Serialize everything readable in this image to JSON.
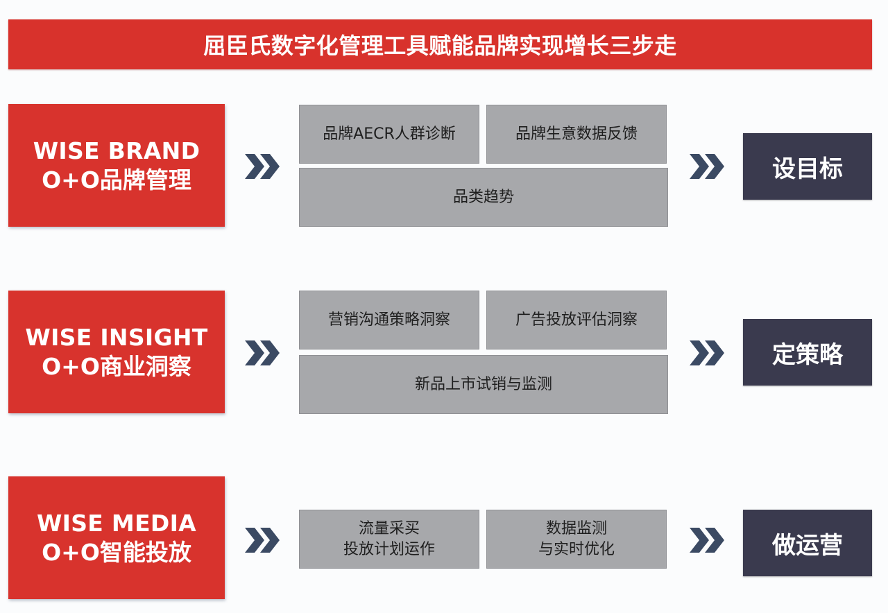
{
  "title": "屈臣氏数字化管理工具赋能品牌实现增长三步走",
  "colors": {
    "module_red": "#d8332d",
    "cell_gray": "#a7a8ab",
    "outcome_navy": "#3a3a4e",
    "chevron_blue": "#3b4a63"
  },
  "icons": {
    "arrow": "double-chevron-right-icon"
  },
  "rows": [
    {
      "module": {
        "en": "WISE BRAND",
        "cn": "O+O品牌管理"
      },
      "cells": {
        "a": "品牌AECR人群诊断",
        "b": "品牌生意数据反馈",
        "wide": "品类趋势"
      },
      "outcome": "设目标"
    },
    {
      "module": {
        "en": "WISE INSIGHT",
        "cn": "O+O商业洞察"
      },
      "cells": {
        "a": "营销沟通策略洞察",
        "b": "广告投放评估洞察",
        "wide": "新品上市试销与监测"
      },
      "outcome": "定策略"
    },
    {
      "module": {
        "en": "WISE MEDIA",
        "cn": "O+O智能投放"
      },
      "cells": {
        "a_line1": "流量采买",
        "a_line2": "投放计划运作",
        "b_line1": "数据监测",
        "b_line2": "与实时优化"
      },
      "outcome": "做运营"
    }
  ]
}
